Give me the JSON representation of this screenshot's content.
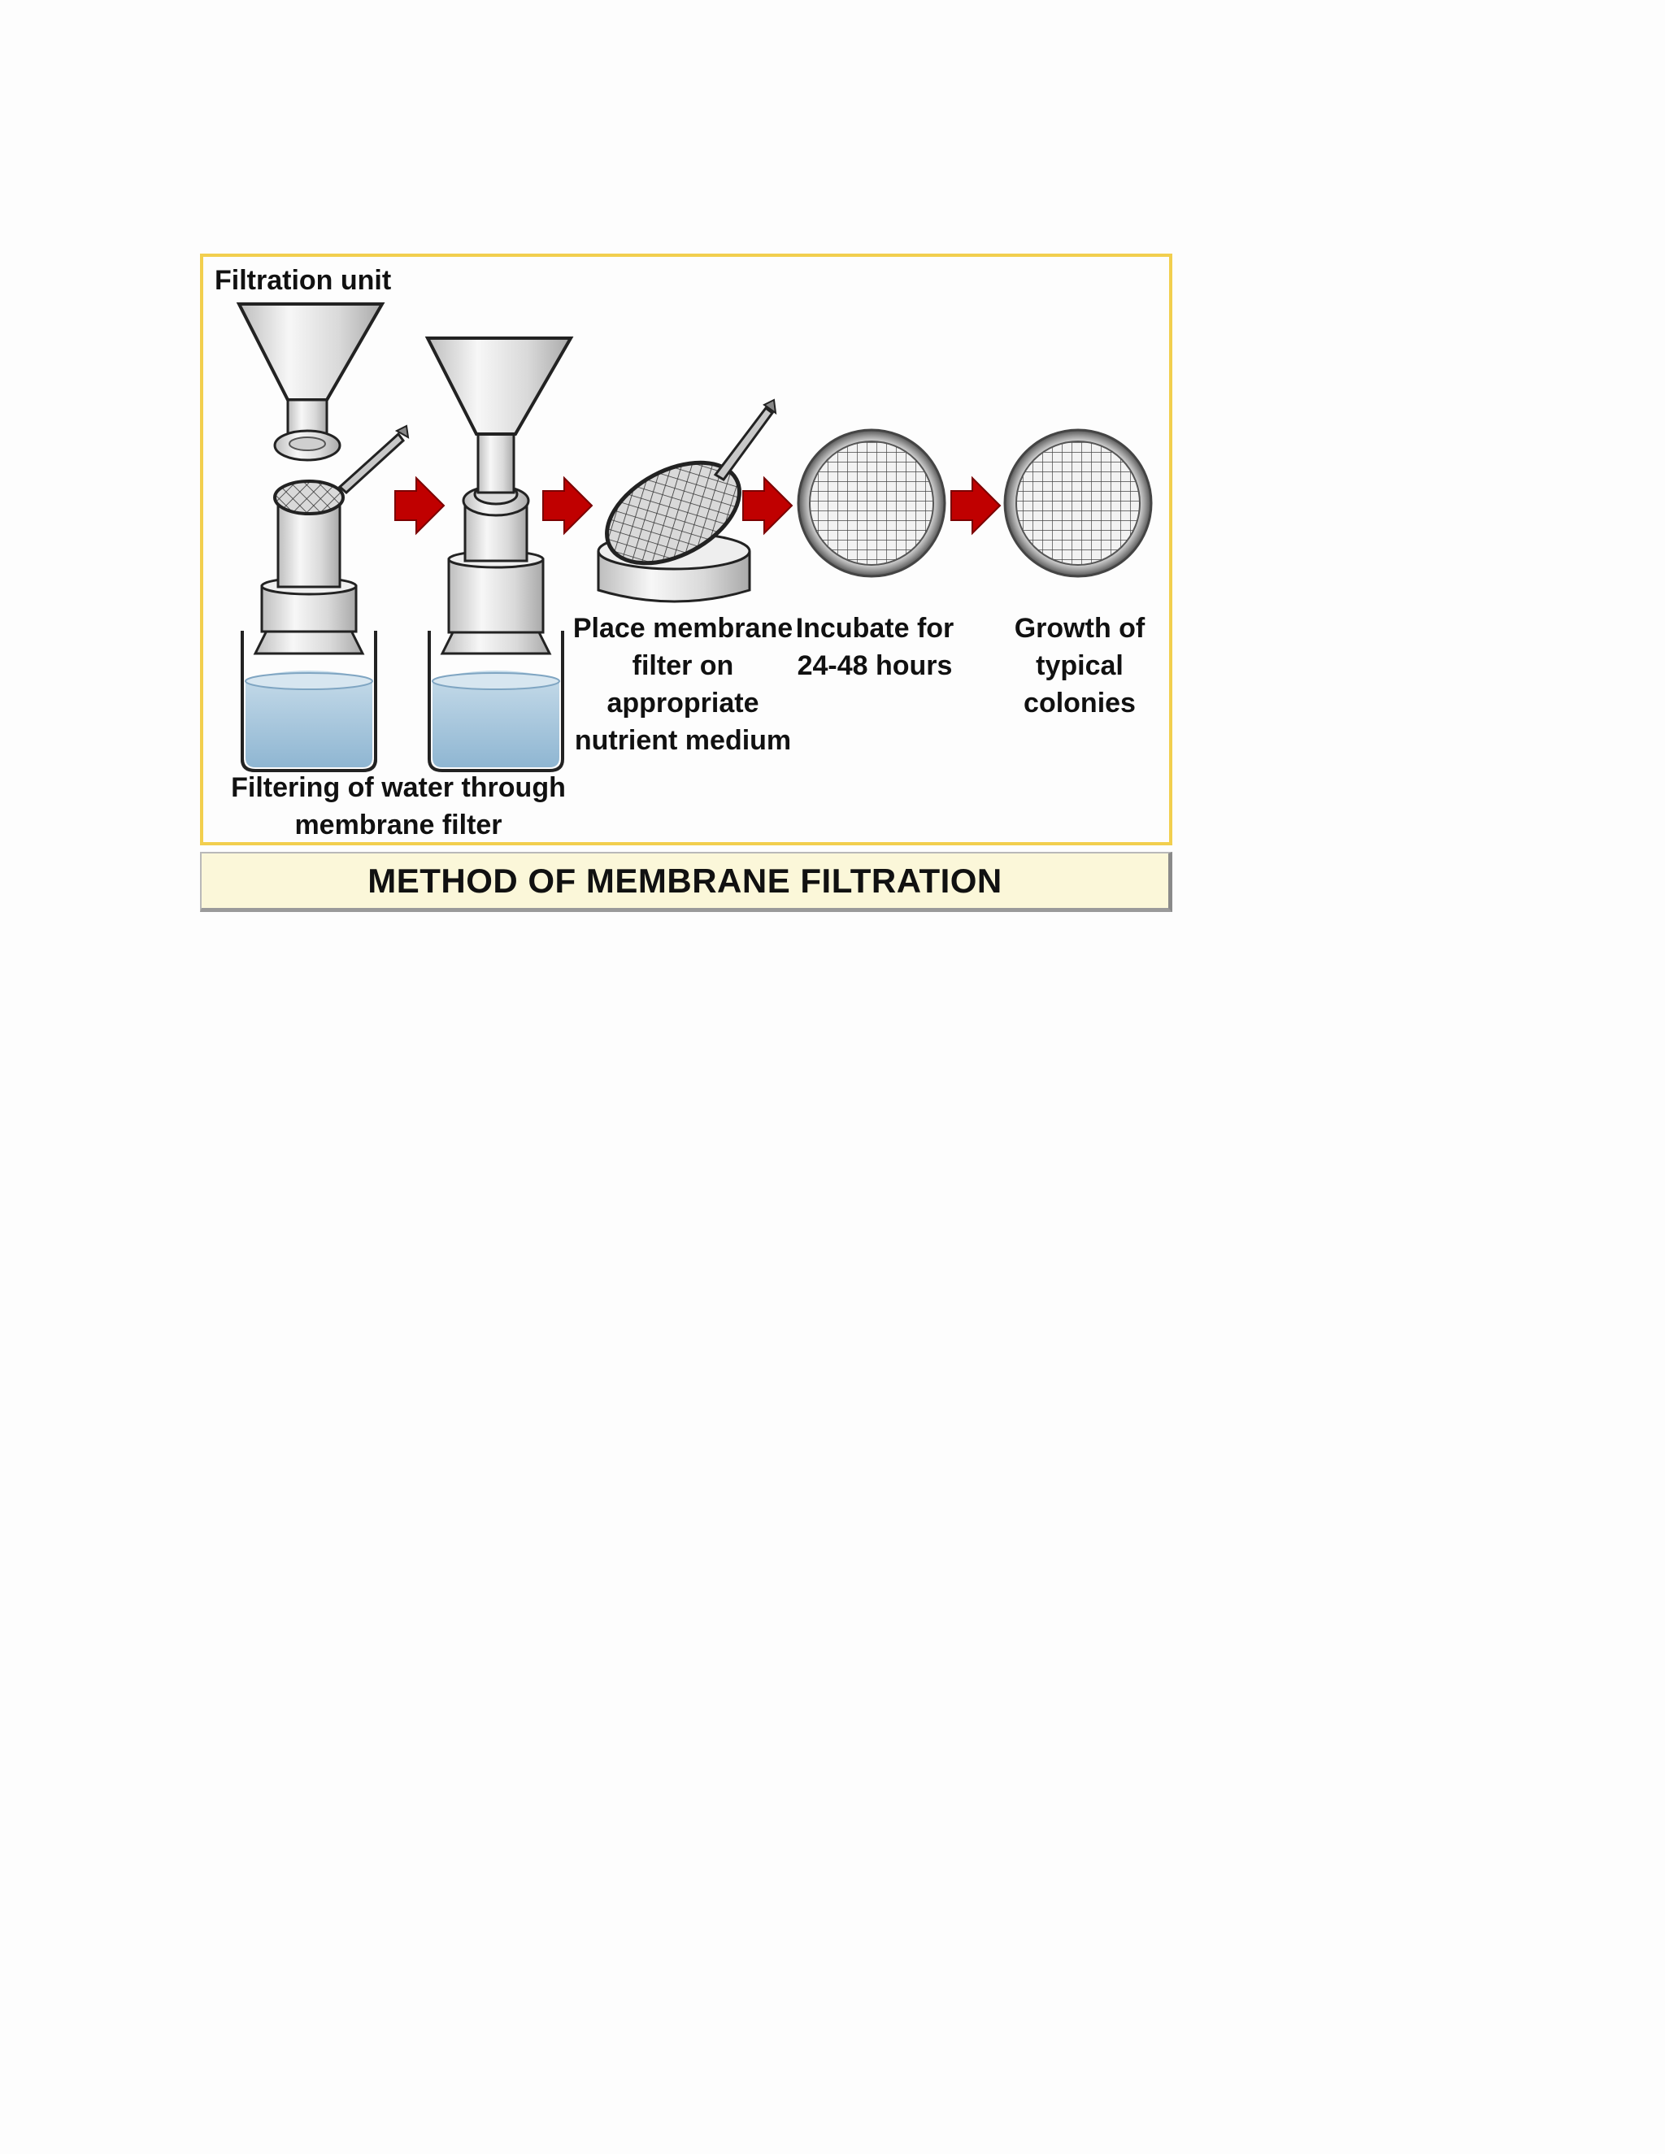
{
  "diagram": {
    "title_label": "Filtration unit",
    "steps": [
      {
        "label": "Filtering of water through\nmembrane filter"
      },
      {
        "label": "Place membrane\nfilter on\nappropriate\nnutrient medium"
      },
      {
        "label": "Incubate for\n24-48 hours"
      },
      {
        "label": "Growth of\ntypical\ncolonies"
      }
    ],
    "caption": "METHOD OF MEMBRANE FILTRATION"
  },
  "colors": {
    "frame_border": "#f2cf4e",
    "arrow": "#c00000",
    "water": "#aacbe0",
    "caption_bg": "#fbf7d9"
  }
}
